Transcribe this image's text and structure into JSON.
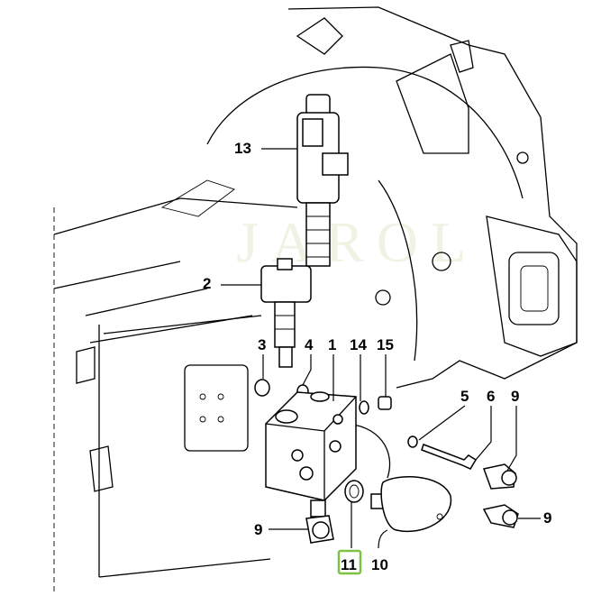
{
  "diagram": {
    "watermark": "JAROL",
    "highlight_color": "#7dc242",
    "callouts": [
      {
        "id": "13",
        "label": "13"
      },
      {
        "id": "2",
        "label": "2"
      },
      {
        "id": "3",
        "label": "3"
      },
      {
        "id": "4",
        "label": "4"
      },
      {
        "id": "1",
        "label": "1"
      },
      {
        "id": "14",
        "label": "14"
      },
      {
        "id": "15",
        "label": "15"
      },
      {
        "id": "5",
        "label": "5"
      },
      {
        "id": "6",
        "label": "6"
      },
      {
        "id": "9a",
        "label": "9"
      },
      {
        "id": "9b",
        "label": "9"
      },
      {
        "id": "9c",
        "label": "9"
      },
      {
        "id": "11",
        "label": "11",
        "highlighted": true
      },
      {
        "id": "10",
        "label": "10"
      }
    ]
  }
}
